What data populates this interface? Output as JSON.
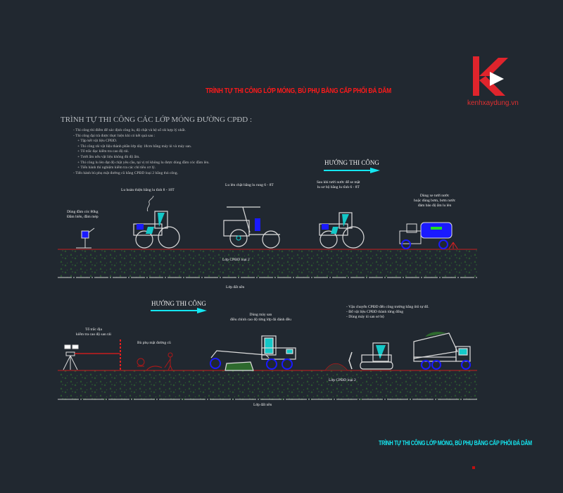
{
  "logo": {
    "text": "kenhxaydung.vn",
    "color": "#e0242c"
  },
  "main_title": "TRÌNH TỰ THI CÔNG LỚP MÓNG, BÙ PHỤ BẰNG CẤP PHỐI ĐÁ DĂM",
  "section_heading": "TRÌNH TỰ THI CÔNG CÁC LỚP MÓNG ĐƯỜNG CPĐD :",
  "notes": [
    "- Thi công thí điểm để xác định công lu, độ chặt và hệ số rải hợp lý nhất.",
    "- Thi công đại trà được thực hiện khi có kết quả sau :",
    "+ Tập kết vật liệu CPĐD.",
    "+ Thi công rải vật liệu thành phần lớp dày 18cm bằng máy ủi và máy san.",
    "+ Tổ trắc đạc kiểm tra cao độ rải.",
    "+ Tưới ẩm nếu vật liệu không đủ độ ẩm.",
    "+ Thi công lu lèn đạt độ chặt yêu cầu, tại vị trí không lu được dùng đầm cóc đầm lèn.",
    "+ Tiến hành thí nghiệm kiểm tra các chỉ tiêu cơ lý.",
    "- Tiến hành bù phụ mặt đường cũ bằng CPĐD loại 2 bằng thủ công."
  ],
  "direction_label": "HƯỚNG THI CÔNG",
  "top_row": {
    "labels": [
      "Dùng đầm cóc 80kg\nĐầm biên, đầm mép",
      "Lu hoàn thiện bằng lu tĩnh 8 - 10T",
      "Lu lèn chặt bằng lu rung 6 - 8T",
      "Sau khi tưới nước để se mặt\nlu sơ bộ bằng lu tĩnh 6 - 8T",
      "Dùng xe tưới nước\nhoặc dùng bơm, bơm nước\nđảm bảo độ ẩm lu lèn"
    ],
    "layer": "Lớp CPĐD loại 2",
    "subgrade": "Lớp đất nền"
  },
  "bottom_row": {
    "labels": [
      "Tổ trắc địa\nkiểm tra cao độ san rải",
      "Bù phụ mặt đường cũ",
      "Dùng máy san\nđiều chỉnh cao độ từng lớp đá đánh đều",
      "- Vận chuyển CPĐD đến công trường bằng ôtô tự đổ.\n- Đổ vật liệu CPĐD thành từng đống\n- Dùng máy ủi san sơ bộ"
    ],
    "layer": "Lớp CPĐD loại 2",
    "subgrade": "Lớp đất nền"
  },
  "bottom_title": "TRÌNH TỰ THI CÔNG LỚP MÓNG, BÙ PHỤ BẰNG CẤP PHỐI ĐÁ DĂM",
  "colors": {
    "background": "#212830",
    "ground_line": "#c81e1e",
    "arrow": "#14e6f0",
    "machine_blue": "#1a1aff"
  }
}
